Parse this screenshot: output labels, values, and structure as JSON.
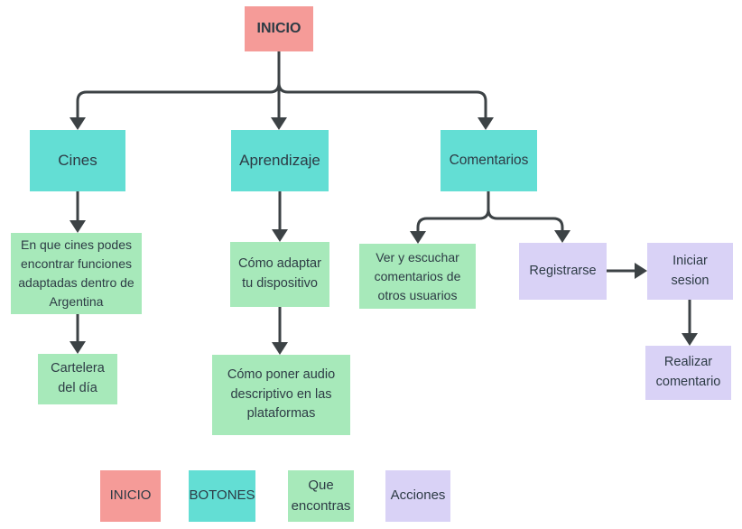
{
  "flowchart": {
    "nodes": {
      "inicio": {
        "label": "INICIO",
        "type": "inicio"
      },
      "cines": {
        "label": "Cines",
        "type": "boton"
      },
      "aprendizaje": {
        "label": "Aprendizaje",
        "type": "boton"
      },
      "comentarios": {
        "label": "Comentarios",
        "type": "boton"
      },
      "cines_info": {
        "label": "En que cines podes encontrar funciones adaptadas dentro de Argentina",
        "type": "que-encontras"
      },
      "cartelera": {
        "label": "Cartelera del día",
        "type": "que-encontras"
      },
      "adaptar_dispositivo": {
        "label": "Cómo adaptar tu dispositivo",
        "type": "que-encontras"
      },
      "audio_descriptivo": {
        "label": "Cómo poner audio descriptivo en las plataformas",
        "type": "que-encontras"
      },
      "ver_escuchar": {
        "label": "Ver y escuchar comentarios de otros usuarios",
        "type": "que-encontras"
      },
      "registrarse": {
        "label": "Registrarse",
        "type": "accion"
      },
      "iniciar_sesion": {
        "label": "Iniciar sesion",
        "type": "accion"
      },
      "realizar_comentario": {
        "label": "Realizar comentario",
        "type": "accion"
      }
    },
    "edges": [
      "inicio->cines",
      "inicio->aprendizaje",
      "inicio->comentarios",
      "cines->cines_info",
      "cines_info->cartelera",
      "aprendizaje->adaptar_dispositivo",
      "adaptar_dispositivo->audio_descriptivo",
      "comentarios->ver_escuchar",
      "comentarios->registrarse",
      "registrarse->iniciar_sesion",
      "iniciar_sesion->realizar_comentario"
    ]
  },
  "legend": {
    "inicio": "INICIO",
    "botones": "BOTONES",
    "que_encontras": "Que encontras",
    "acciones": "Acciones"
  },
  "colors": {
    "inicio": "#f59b98",
    "botones": "#63ded4",
    "que_encontras": "#a7e9ba",
    "acciones": "#d9d2f6",
    "connector": "#3c4245",
    "text": "#2d3b45"
  }
}
